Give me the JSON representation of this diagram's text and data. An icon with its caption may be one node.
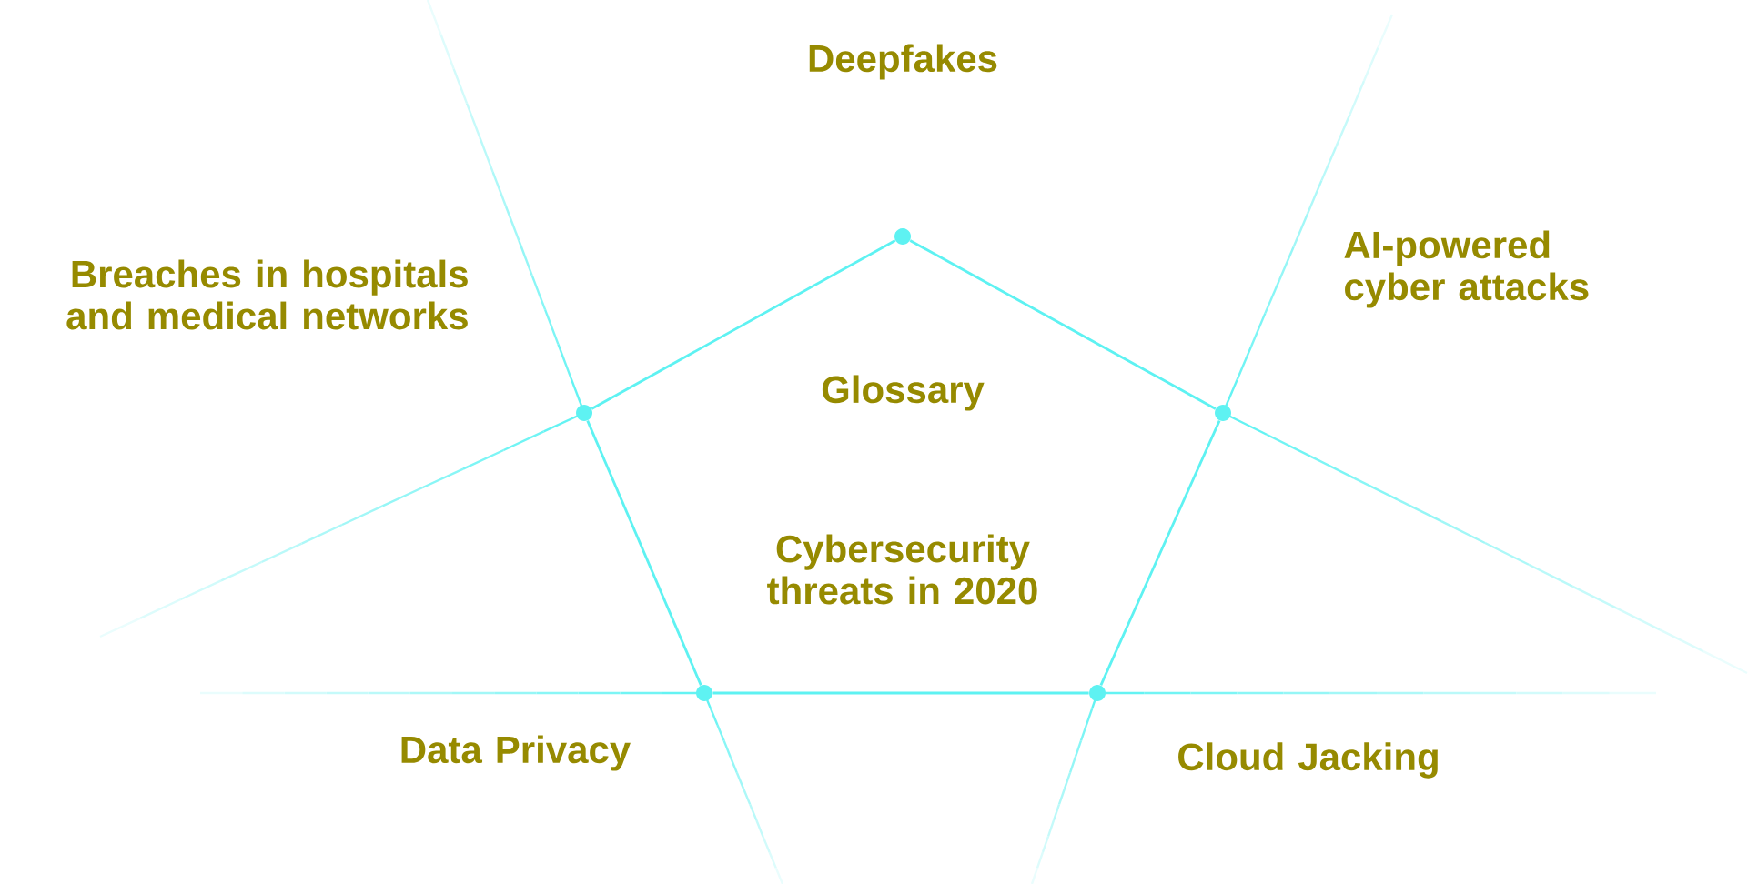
{
  "diagram": {
    "nodes": [
      {
        "text": [],
        "shape": "circle"
      },
      {
        "text": [],
        "shape": "circle"
      },
      {
        "text": [],
        "shape": "circle"
      },
      {
        "text": [],
        "shape": "circle"
      },
      {
        "text": [],
        "shape": "circle"
      }
    ],
    "edges": [
      {
        "from": 0,
        "to": 1,
        "arrow": "none"
      },
      {
        "from": 0,
        "to": 2,
        "arrow": "none"
      },
      {
        "from": 1,
        "to": 3,
        "arrow": "none"
      },
      {
        "from": 2,
        "to": 4,
        "arrow": "none"
      },
      {
        "from": 3,
        "to": 4,
        "arrow": "none"
      }
    ],
    "labels": [
      "Deepfakes",
      "AI-powered cyber attacks",
      "Breaches in hospitals and medical networks",
      "Glossary",
      "Cybersecurity threats in 2020",
      "Data Privacy",
      "Cloud Jacking"
    ]
  }
}
